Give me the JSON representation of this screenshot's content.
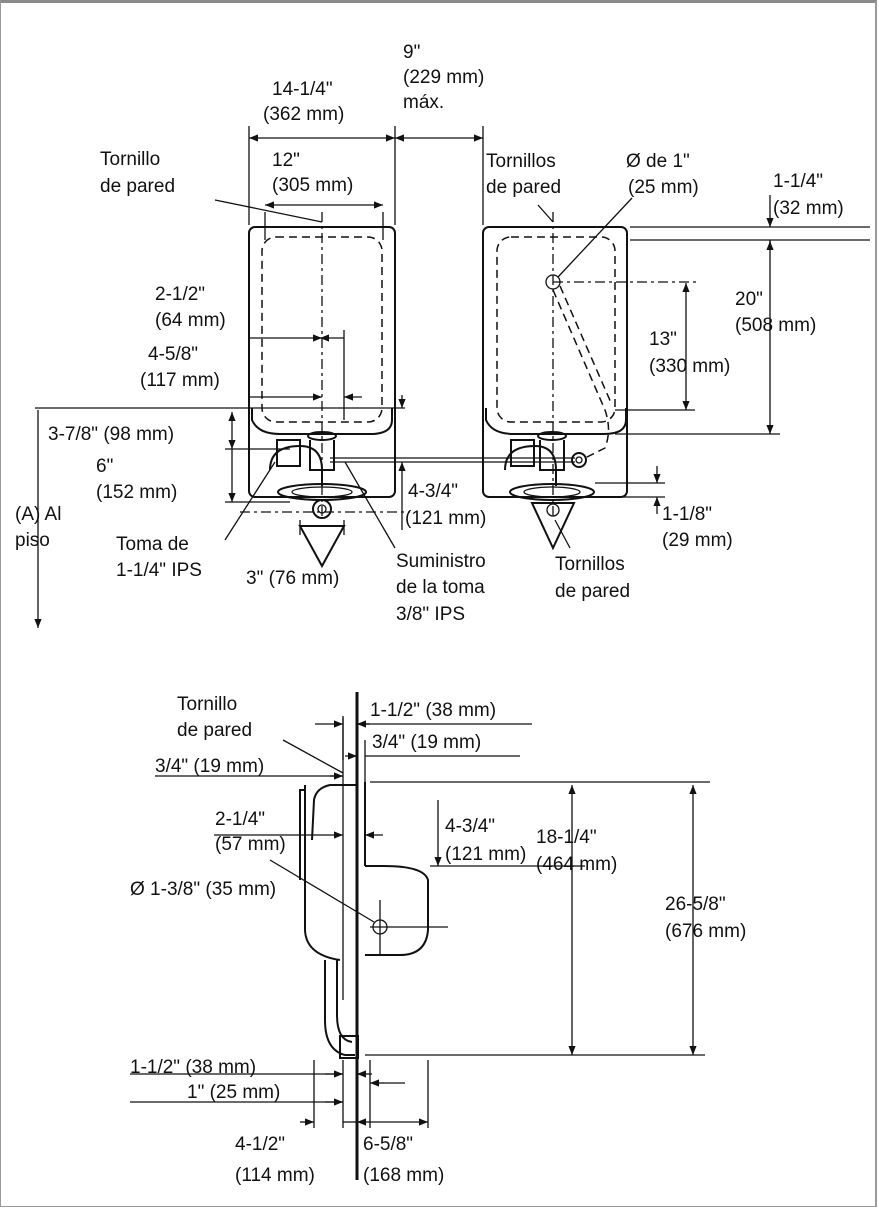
{
  "labels": {
    "t_9": "9\"",
    "t_229": "(229 mm)",
    "t_max": "máx.",
    "t_1414": "14-1/4\"",
    "t_362": "(362 mm)",
    "t_tornillo": "Tornillo",
    "t_depared": "de pared",
    "t_12": "12\"",
    "t_305": "(305 mm)",
    "t_tornillos": "Tornillos",
    "t_depared2": "de pared",
    "t_diam1": "Ø de 1\"",
    "t_25": "(25 mm)",
    "t_114": "1-1/4\"",
    "t_32": "(32 mm)",
    "t_20": "20\"",
    "t_508": "(508 mm)",
    "t_212": "2-1/2\"",
    "t_64": "(64 mm)",
    "t_458": "4-5/8\"",
    "t_117": "(117 mm)",
    "t_13": "13\"",
    "t_330": "(330 mm)",
    "t_378": "3-7/8\" (98 mm)",
    "t_6": "6\"",
    "t_152": "(152 mm)",
    "t_al": "(A) Al",
    "t_piso": "piso",
    "t_434": "4-3/4\"",
    "t_121": "(121 mm)",
    "t_118": "1-1/8\"",
    "t_29": "(29 mm)",
    "t_toma": "Toma de",
    "t_ips114": "1-1/4\" IPS",
    "t_3": "3\" (76 mm)",
    "t_sum": "Suministro",
    "t_delatoma": "de la toma",
    "t_ips38": "3/8\" IPS",
    "t_tornillos2": "Tornillos",
    "t_depared3": "de pared",
    "s_tornillo": "Tornillo",
    "s_depared": "de pared",
    "s_112a": "1-1/2\" (38 mm)",
    "s_34a": "3/4\" (19 mm)",
    "s_34b": "3/4\" (19 mm)",
    "s_1814": "18-1/4\"",
    "s_464": "(464 mm)",
    "s_2658": "26-5/8\"",
    "s_676": "(676 mm)",
    "s_214": "2-1/4\"",
    "s_57": "(57 mm)",
    "s_434": "4-3/4\"",
    "s_121": "(121 mm)",
    "s_diam": "Ø 1-3/8\" (35 mm)",
    "s_112b": "1-1/2\" (38 mm)",
    "s_1": "1\" (25 mm)",
    "s_412": "4-1/2\"",
    "s_114": "(114 mm)",
    "s_658": "6-5/8\"",
    "s_168": "(168 mm)"
  }
}
